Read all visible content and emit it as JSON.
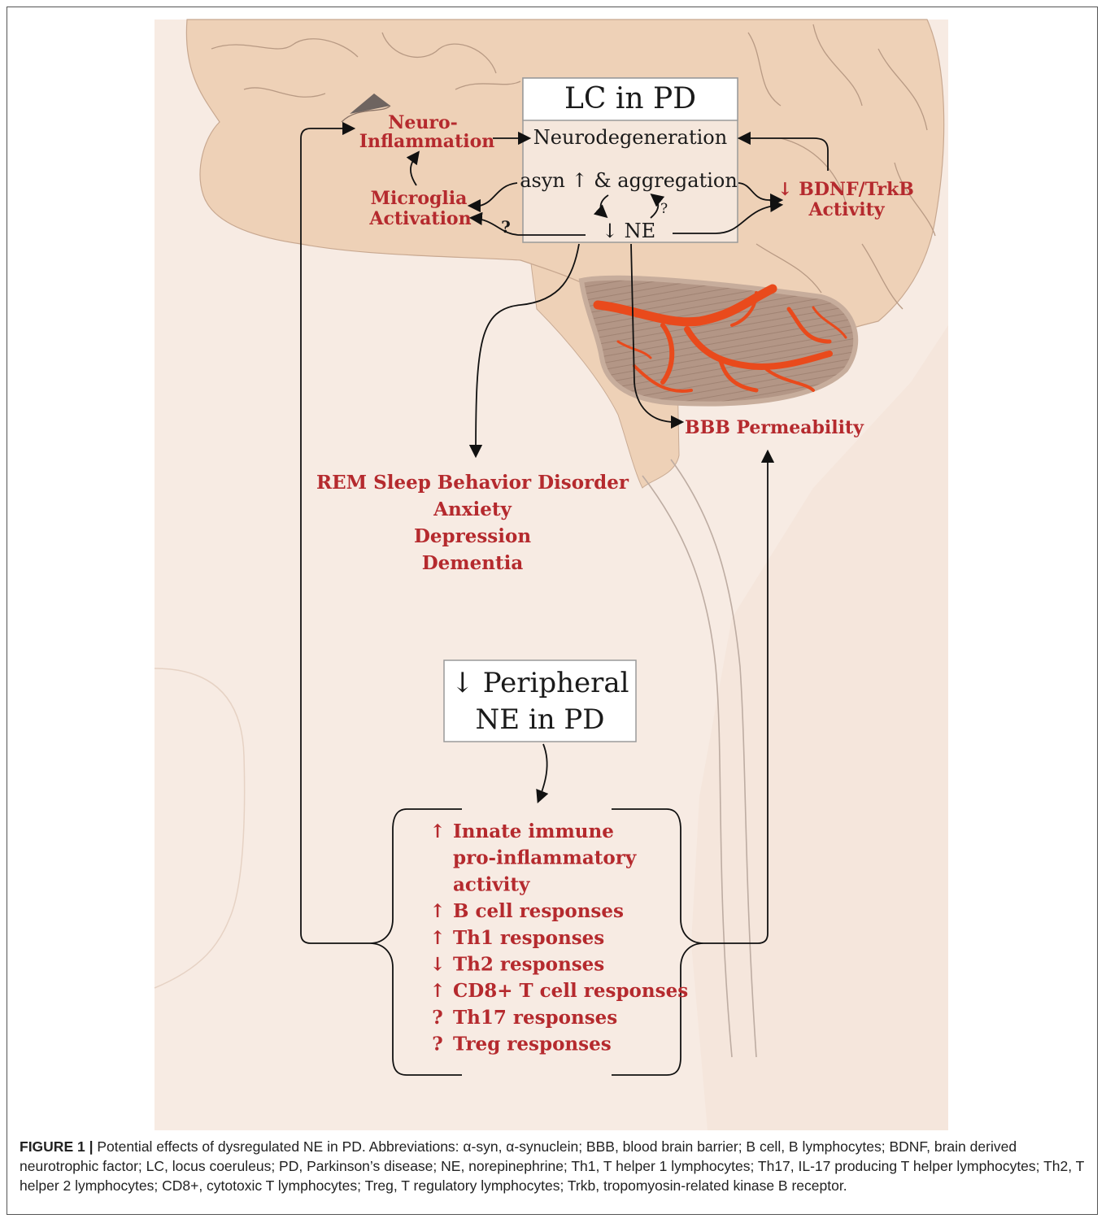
{
  "figure": {
    "box_top_title": "LC in PD",
    "neurodegeneration": "Neurodegeneration",
    "asyn_line": "asyn ↑ & aggregation",
    "ne_line": "↓ NE",
    "q1": "?",
    "q2": "?",
    "neuro_inflammation_1": "Neuro-",
    "neuro_inflammation_2": "Inflammation",
    "microglia_1": "Microglia",
    "microglia_2": "Activation",
    "bdnf_1": "↓ BDNF/TrkB",
    "bdnf_2": "Activity",
    "bbb": "BBB Permeability",
    "symptoms": [
      "REM Sleep Behavior Disorder",
      "Anxiety",
      "Depression",
      "Dementia"
    ],
    "peripheral_1": "↓ Peripheral",
    "peripheral_2": "NE in PD",
    "immune": [
      {
        "sym": "↑",
        "text": "Innate immune"
      },
      {
        "sym": "",
        "text": "pro-inflammatory"
      },
      {
        "sym": "",
        "text": "activity"
      },
      {
        "sym": "↑",
        "text": "B cell responses"
      },
      {
        "sym": "↑",
        "text": "Th1  responses"
      },
      {
        "sym": "↓",
        "text": "Th2 responses"
      },
      {
        "sym": "↑",
        "text": "CD8+ T cell responses"
      },
      {
        "sym": "?",
        "text": "Th17 responses"
      },
      {
        "sym": "?",
        "text": "Treg responses"
      }
    ]
  },
  "caption": {
    "label": "FIGURE 1 |",
    "text": " Potential effects of dysregulated NE in PD. Abbreviations: α-syn, α-synuclein; BBB, blood brain barrier; B cell, B lymphocytes; BDNF, brain derived neurotrophic factor; LC, locus coeruleus; PD, Parkinson’s disease; NE, norepinephrine; Th1, T helper 1 lymphocytes; Th17, IL-17 producing T helper lymphocytes; Th2, T helper 2 lymphocytes; CD8+, cytotoxic T lymphocytes; Treg, T regulatory lymphocytes; Trkb, tropomyosin-related kinase B receptor."
  },
  "colors": {
    "accent_red": "#b52a2e",
    "background_skin": "#f7ebe3",
    "brain": "#eed1b7",
    "cerebellum": "#b89a88",
    "vessels": "#e94a1c"
  }
}
